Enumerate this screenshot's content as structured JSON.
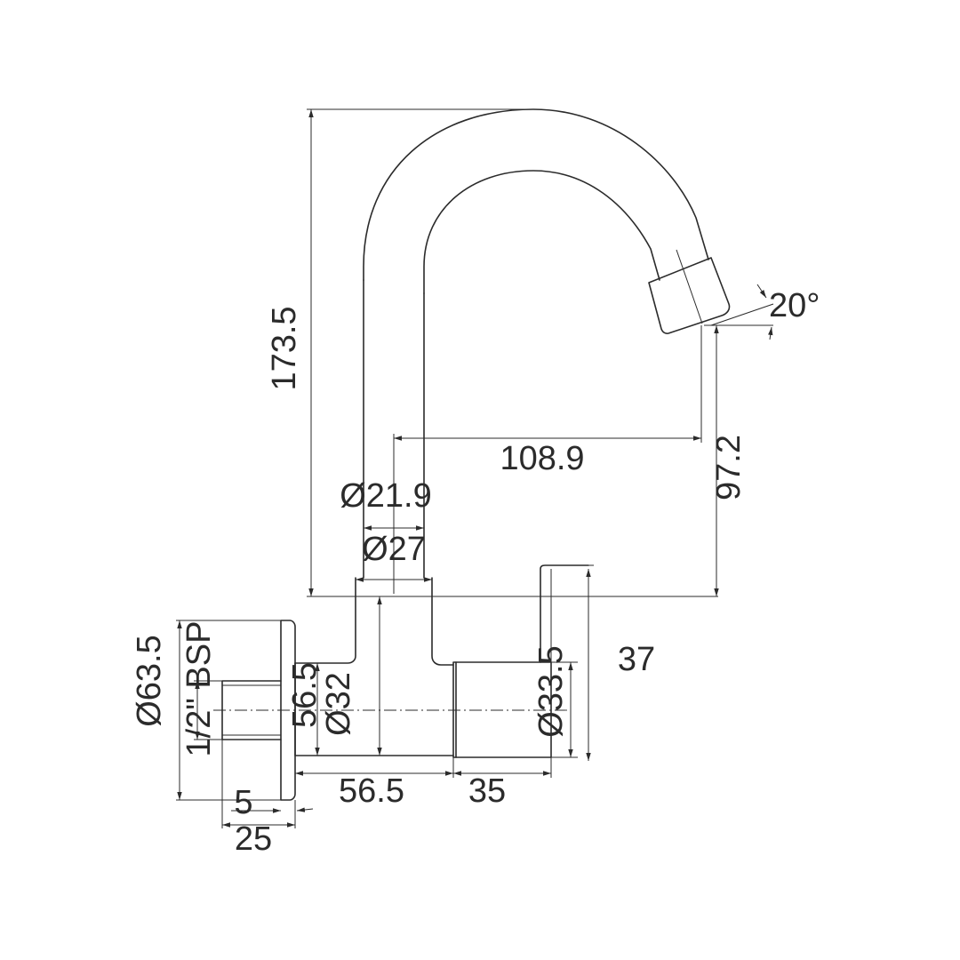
{
  "drawing": {
    "colors": {
      "line": "#2b2b2b",
      "background": "#ffffff"
    },
    "dimensions": {
      "overall_height": "173.5",
      "spout_reach": "108.9",
      "outlet_height": "97.2",
      "spout_angle": "20°",
      "spout_tube_diameter": "Ø21.9",
      "spout_base_diameter": "Ø27",
      "flange_diameter": "Ø63.5",
      "inlet_thread": "1/2\" BSP",
      "body_height": "56.5",
      "body_diameter": "Ø32",
      "body_length": "56.5",
      "handle_length": "35",
      "handle_diameter": "Ø33.5",
      "handle_height": "37",
      "flange_thickness": "5",
      "thread_length": "25"
    }
  }
}
